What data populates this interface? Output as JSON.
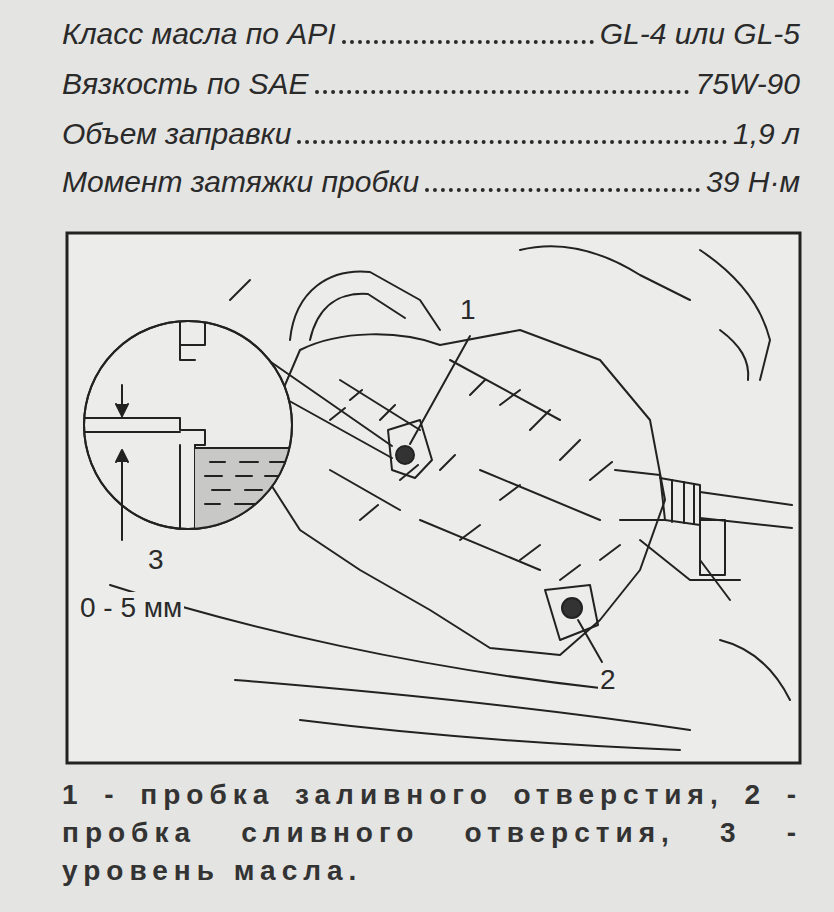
{
  "diagram": {
    "caption": "1 - пробка заливного отверстия, 2 - пробка сливного отверстия, 3 - уровень масла.",
    "labels": [
      "Класс масла по API",
      "GL-4 или GL-5",
      "Вязкость по SAE",
      "75W-90",
      "Объем заправки",
      "1,9 л",
      "Момент затяжки пробки",
      "39 Н·м",
      "1",
      "2",
      "3",
      "0 - 5 мм"
    ]
  }
}
